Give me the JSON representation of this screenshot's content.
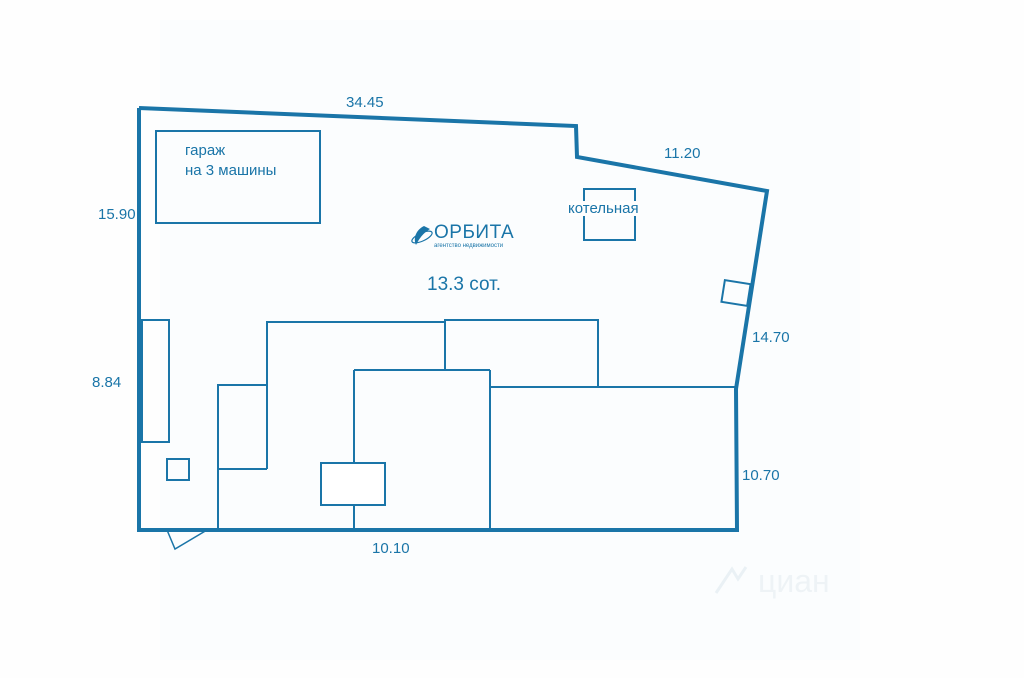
{
  "dimensions": {
    "top_left": "34.45",
    "top_right": "11.20",
    "left_upper": "15.90",
    "left_lower": "8.84",
    "right_upper": "14.70",
    "right_lower": "10.70",
    "bottom": "10.10"
  },
  "rooms": {
    "garage_line1": "гараж",
    "garage_line2": "на 3 машины",
    "boiler": "котельная"
  },
  "logo": {
    "name": "ОРБИТА",
    "subtitle": "агентство недвижимости"
  },
  "area": "13.3 сот.",
  "watermark": "циан",
  "colors": {
    "line": "#1a75a8",
    "text": "#1a75a8",
    "background": "#ffffff"
  }
}
